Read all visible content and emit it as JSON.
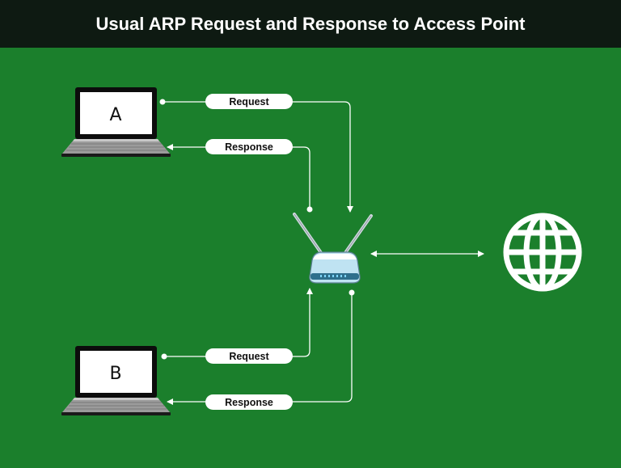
{
  "title": "Usual ARP Request and Response to Access Point",
  "laptops": [
    {
      "id": "A",
      "label": "A"
    },
    {
      "id": "B",
      "label": "B"
    }
  ],
  "connections": {
    "a_request": "Request",
    "a_response": "Response",
    "b_request": "Request",
    "b_response": "Response"
  },
  "icons": {
    "router": "wifi-router-icon",
    "internet": "globe-icon",
    "laptop": "laptop-icon"
  },
  "colors": {
    "background": "#1b7f2c",
    "title_bar": "#0e1a12",
    "lines": "#ffffff"
  }
}
